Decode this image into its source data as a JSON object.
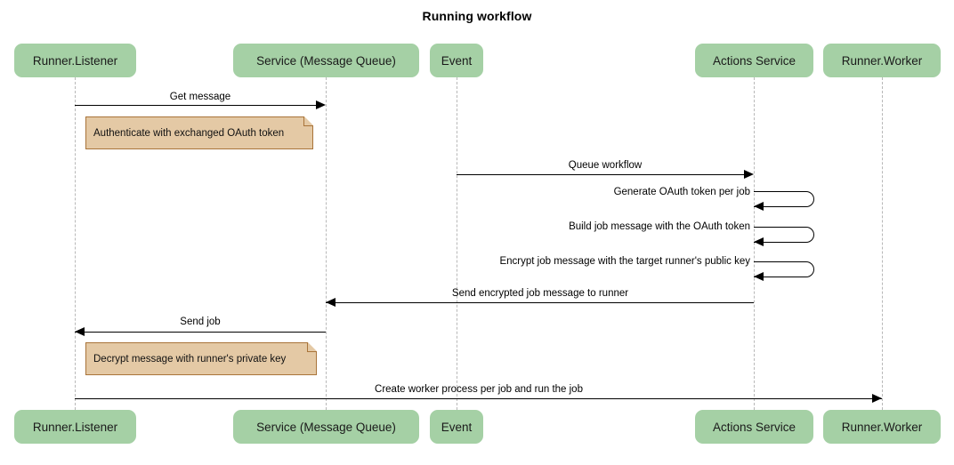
{
  "diagram": {
    "title": "Running workflow",
    "colors": {
      "participant_fill": "#a5d0a5",
      "note_fill": "#e4c9a5",
      "note_border": "#a9743a",
      "lifeline": "#b8b8b8",
      "line": "#000000"
    },
    "participants": [
      {
        "id": "runner-listener",
        "label": "Runner.Listener"
      },
      {
        "id": "service-message-queue",
        "label": "Service (Message Queue)"
      },
      {
        "id": "event",
        "label": "Event"
      },
      {
        "id": "actions-service",
        "label": "Actions Service"
      },
      {
        "id": "runner-worker",
        "label": "Runner.Worker"
      }
    ],
    "messages": [
      {
        "id": "get-message",
        "label": "Get message",
        "from": "runner-listener",
        "to": "service-message-queue",
        "direction": "right",
        "self": false
      },
      {
        "id": "queue-workflow",
        "label": "Queue workflow",
        "from": "event",
        "to": "actions-service",
        "direction": "right",
        "self": false
      },
      {
        "id": "generate-oauth-token-per-job",
        "label": "Generate OAuth token per job",
        "from": "actions-service",
        "to": "actions-service",
        "direction": "left",
        "self": true
      },
      {
        "id": "build-job-message",
        "label": "Build job message with the OAuth token",
        "from": "actions-service",
        "to": "actions-service",
        "direction": "left",
        "self": true
      },
      {
        "id": "encrypt-job-message",
        "label": "Encrypt job message with the target runner's public key",
        "from": "actions-service",
        "to": "actions-service",
        "direction": "left",
        "self": true
      },
      {
        "id": "send-encrypted-job-message",
        "label": "Send encrypted job message to runner",
        "from": "actions-service",
        "to": "service-message-queue",
        "direction": "left",
        "self": false
      },
      {
        "id": "send-job",
        "label": "Send job",
        "from": "service-message-queue",
        "to": "runner-listener",
        "direction": "left",
        "self": false
      },
      {
        "id": "create-worker-process",
        "label": "Create worker process per job and run the job",
        "from": "runner-listener",
        "to": "runner-worker",
        "direction": "right",
        "self": false
      }
    ],
    "notes": [
      {
        "id": "authenticate-note",
        "label": "Authenticate with exchanged OAuth token",
        "over": "runner-listener"
      },
      {
        "id": "decrypt-note",
        "label": "Decrypt message with runner's private key",
        "over": "runner-listener"
      }
    ]
  }
}
